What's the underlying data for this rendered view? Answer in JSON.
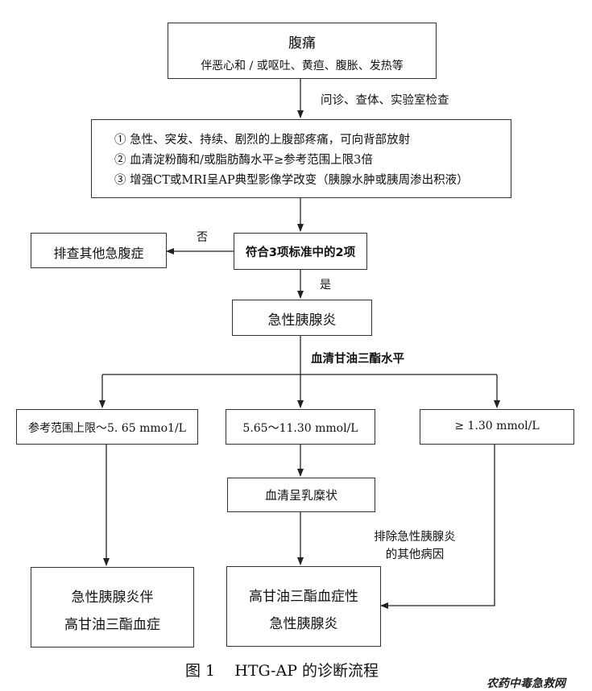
{
  "start": {
    "title": "腹痛",
    "subtitle": "伴恶心和 / 或呕吐、黄疸、腹胀、发热等"
  },
  "step1_label": "问诊、查体、实验室检查",
  "criteria": [
    "①  急性、突发、持续、剧烈的上腹部疼痛，可向背部放射",
    "②  血清淀粉酶和/或脂肪酶水平≥参考范围上限3倍",
    "③  增强CT或MRI呈AP典型影像学改变（胰腺水肿或胰周渗出积液）"
  ],
  "decision": "符合3项标准中的2项",
  "no_label": "否",
  "no_result": "排查其他急腹症",
  "yes_label": "是",
  "diagnosis": "急性胰腺炎",
  "tg_label": "血清甘油三酯水平",
  "branches": {
    "left": "参考范围上限～5. 65  mmo1/L",
    "middle": "5.65～11.30 mmol/L",
    "right": "≥  1.30 mmol/L"
  },
  "milky": "血清呈乳糜状",
  "exclude_note": [
    "排除急性胰腺炎",
    "的其他病因"
  ],
  "result_left": [
    "急性胰腺炎伴",
    "高甘油三酯血症"
  ],
  "result_right": [
    "高甘油三酯血症性",
    "急性胰腺炎"
  ],
  "caption": "图 1    HTG-AP 的诊断流程",
  "watermark": "农药中毒急救网"
}
